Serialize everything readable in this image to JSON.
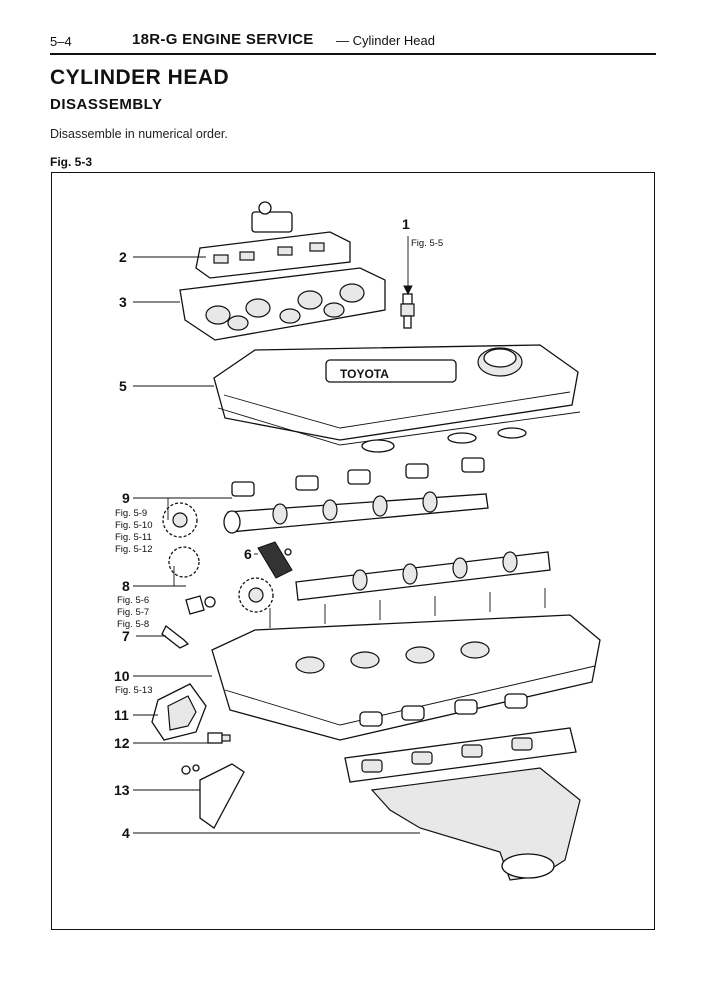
{
  "header": {
    "page_number": "5–4",
    "section_title": "18R-G ENGINE SERVICE",
    "section_sub": "— Cylinder Head"
  },
  "title": "CYLINDER HEAD",
  "subtitle": "DISASSEMBLY",
  "intro": "Disassemble in numerical order.",
  "figure": {
    "label": "Fig. 5-3",
    "callouts": [
      {
        "num": "1",
        "refs": [
          "Fig. 5-5"
        ]
      },
      {
        "num": "2",
        "refs": []
      },
      {
        "num": "3",
        "refs": []
      },
      {
        "num": "5",
        "refs": []
      },
      {
        "num": "9",
        "refs": [
          "Fig. 5-9",
          "Fig. 5-10",
          "Fig. 5-11",
          "Fig. 5-12"
        ]
      },
      {
        "num": "6",
        "refs": []
      },
      {
        "num": "8",
        "refs": [
          "Fig. 5-6",
          "Fig. 5-7",
          "Fig. 5-8"
        ]
      },
      {
        "num": "7",
        "refs": []
      },
      {
        "num": "10",
        "refs": [
          "Fig. 5-13"
        ]
      },
      {
        "num": "11",
        "refs": []
      },
      {
        "num": "12",
        "refs": []
      },
      {
        "num": "13",
        "refs": []
      },
      {
        "num": "4",
        "refs": []
      }
    ]
  }
}
